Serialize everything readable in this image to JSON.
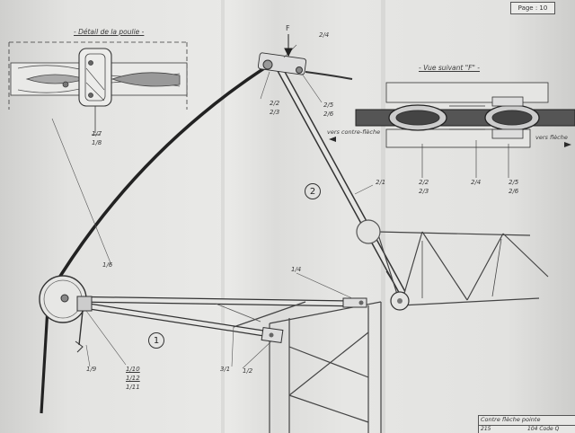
{
  "page": {
    "number_label": "Page : 10"
  },
  "views": {
    "pulley_detail_title": "- Détail de la poulie -",
    "view_f_title": "- Vue suivant \"F\" -",
    "force_label": "F"
  },
  "callouts": {
    "detail_1_7": "1/7",
    "detail_1_8": "1/8",
    "c_2_4": "2/4",
    "c_2_2_top": "2/2",
    "c_2_3_top": "2/3",
    "c_2_5_top": "2/5",
    "c_2_6_top": "2/6",
    "c_2_1": "2/1",
    "c_2_2_view": "2/2",
    "c_2_3_view": "2/3",
    "c_2_4_view": "2/4",
    "c_2_5_view": "2/5",
    "c_2_6_view": "2/6",
    "c_1_6": "1/6",
    "c_1_4": "1/4",
    "c_1_9": "1/9",
    "c_1_10": "1/10",
    "c_1_12": "1/12",
    "c_1_11": "1/11",
    "c_3_1": "3/1",
    "c_1_2": "1/2"
  },
  "directions": {
    "toward_counter_jib": "vers contre-flèche",
    "toward_jib": "vers flèche"
  },
  "assemblies": {
    "one": "1",
    "two": "2"
  },
  "title_block": {
    "title": "Contre flèche pointe",
    "number": "215",
    "code": "104 Code Q"
  }
}
